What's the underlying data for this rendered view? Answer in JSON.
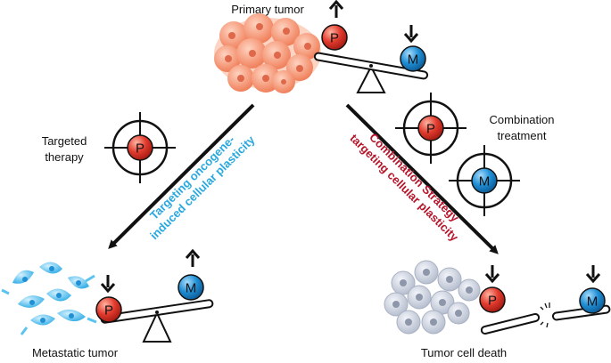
{
  "labels": {
    "primary_tumor": "Primary tumor",
    "targeted_therapy": [
      "Targeted",
      "therapy"
    ],
    "combination_treatment": [
      "Combination",
      "treatment"
    ],
    "metastatic_tumor": "Metastatic tumor",
    "tumor_cell_death": "Tumor cell death"
  },
  "arrows": {
    "left_label": [
      "Targeting oncogene-",
      "induced cellular plasticity"
    ],
    "right_label": [
      "Combination Strategy",
      "targeting cellular plasticity"
    ]
  },
  "markers": {
    "p": "P",
    "m": "M"
  },
  "colors": {
    "left_label": "#29a8e0",
    "right_label": "#b5162b",
    "p_ball": "#e23b2e",
    "m_ball": "#1f8fd6",
    "primary_cells": "#f79a78",
    "metastatic_cells": "#5cc3ef",
    "dead_cells": "#c9d0dd"
  },
  "icons": {
    "target": "crosshair-target-icon",
    "up": "arrow-up-icon",
    "down": "arrow-down-icon"
  }
}
